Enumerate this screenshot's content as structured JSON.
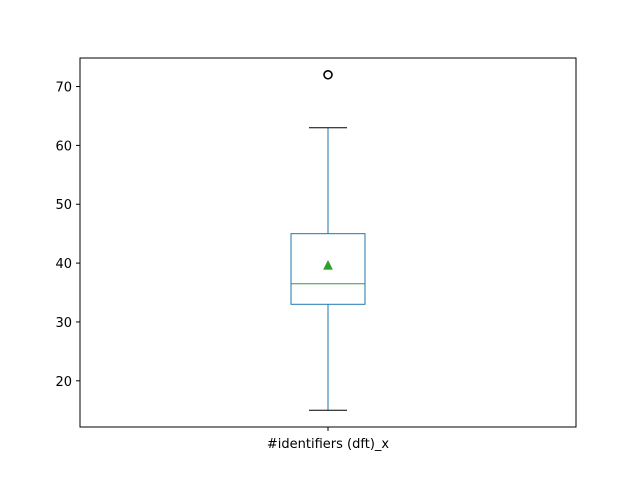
{
  "chart_data": {
    "type": "box",
    "title": "",
    "xlabel": "",
    "ylabel": "",
    "ylim": [
      12.15,
      74.85
    ],
    "yticks": [
      20,
      30,
      40,
      50,
      60,
      70
    ],
    "categories": [
      "#identifiers (dft)_x"
    ],
    "boxes": [
      {
        "label": "#identifiers (dft)_x",
        "whisker_low": 15,
        "q1": 33,
        "median": 36.5,
        "q3": 45,
        "whisker_high": 63,
        "mean": 39.6,
        "outliers": [
          72
        ]
      }
    ],
    "grid": false,
    "colors": {
      "box": "#1f77b4",
      "median": "#2ca02c",
      "mean": "#2ca02c",
      "whisker_cap": "#000000",
      "outlier": "#000000"
    }
  }
}
